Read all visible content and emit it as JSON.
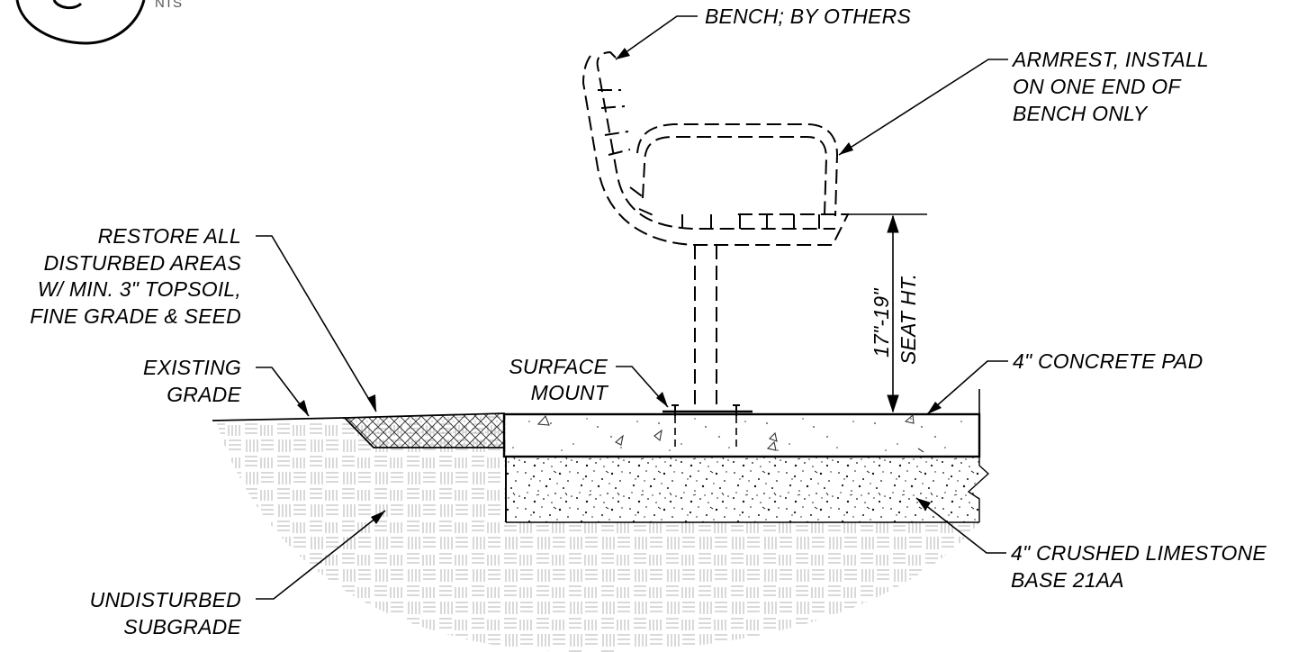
{
  "detail_callout": {
    "scale": "NTS"
  },
  "labels": {
    "bench": [
      "BENCH; BY OTHERS"
    ],
    "armrest": [
      "ARMREST, INSTALL",
      "ON ONE END OF",
      "BENCH ONLY"
    ],
    "restore": [
      "RESTORE ALL",
      "DISTURBED AREAS",
      "W/ MIN. 3\" TOPSOIL,",
      "FINE GRADE & SEED"
    ],
    "existing_grade": [
      "EXISTING",
      "GRADE"
    ],
    "surface_mount": [
      "SURFACE",
      "MOUNT"
    ],
    "concrete_pad": [
      "4\" CONCRETE PAD"
    ],
    "limestone": [
      "4\" CRUSHED LIMESTONE",
      "BASE 21AA"
    ],
    "subgrade": [
      "UNDISTURBED",
      "SUBGRADE"
    ],
    "seat_height": [
      "17\"-19\"",
      "SEAT HT."
    ]
  }
}
